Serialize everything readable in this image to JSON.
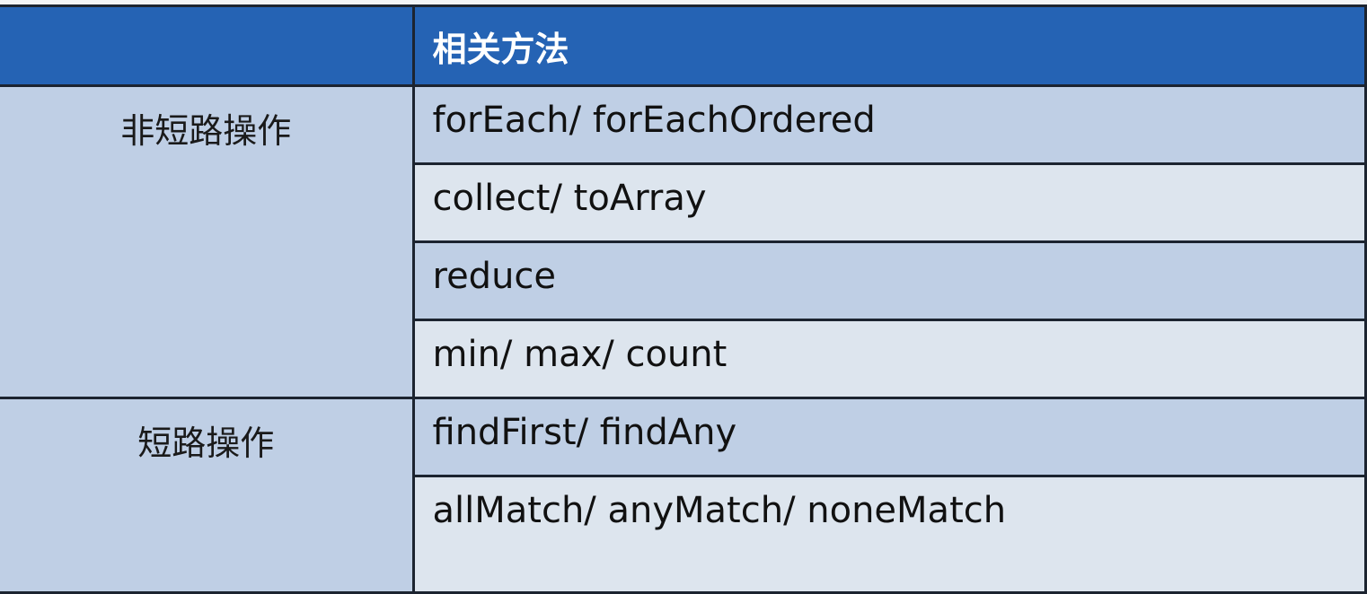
{
  "table": {
    "header": {
      "col1": "",
      "col2": "相关方法"
    },
    "groups": [
      {
        "category": "非短路操作",
        "methods": [
          "forEach/ forEachOrdered",
          "collect/ toArray",
          "reduce",
          "min/ max/ count"
        ]
      },
      {
        "category": "短路操作",
        "methods": [
          "findFirst/ findAny",
          "allMatch/ anyMatch/ noneMatch"
        ]
      }
    ]
  },
  "colors": {
    "header_bg": "#2563b4",
    "header_text": "#ffffff",
    "row_dark": "#bfcfe5",
    "row_light": "#dde5ee",
    "border": "#1c2430"
  }
}
